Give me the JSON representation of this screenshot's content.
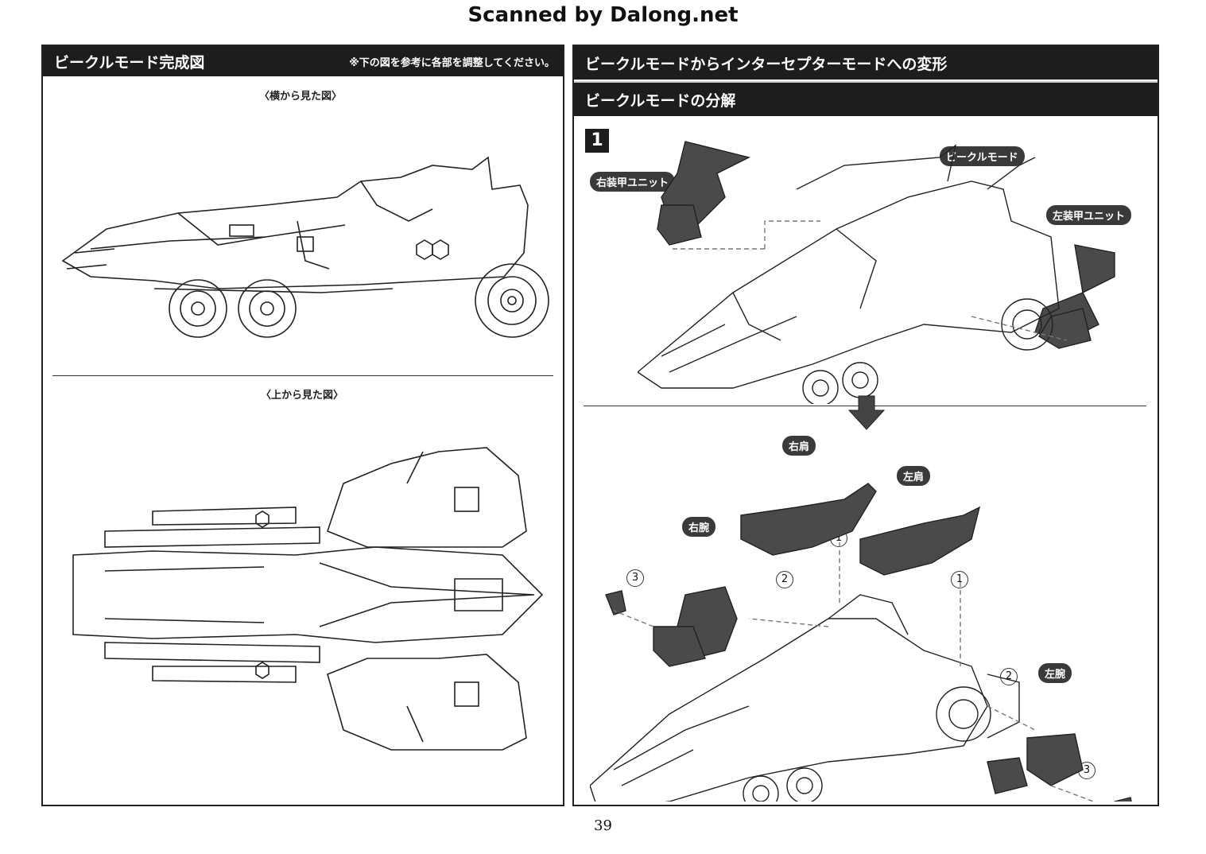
{
  "watermark": "Scanned by Dalong.net",
  "left_panel": {
    "title": "ビークルモード完成図",
    "note": "※下の図を参考に各部を調整してください。",
    "side_caption": "〈横から見た図〉",
    "top_caption": "〈上から見た図〉"
  },
  "right_panel": {
    "title": "ビークルモードからインターセプターモードへの変形",
    "subtitle": "ビークルモードの分解",
    "step": "1",
    "labels": {
      "vehicle_mode": "ビークルモード",
      "right_armor": "右装甲ユニット",
      "left_armor": "左装甲ユニット",
      "right_shoulder": "右肩",
      "left_shoulder": "左肩",
      "right_arm": "右腕",
      "left_arm": "左腕"
    },
    "order_marks": {
      "one": "1",
      "two": "2",
      "three": "3"
    }
  },
  "page_number": "39"
}
